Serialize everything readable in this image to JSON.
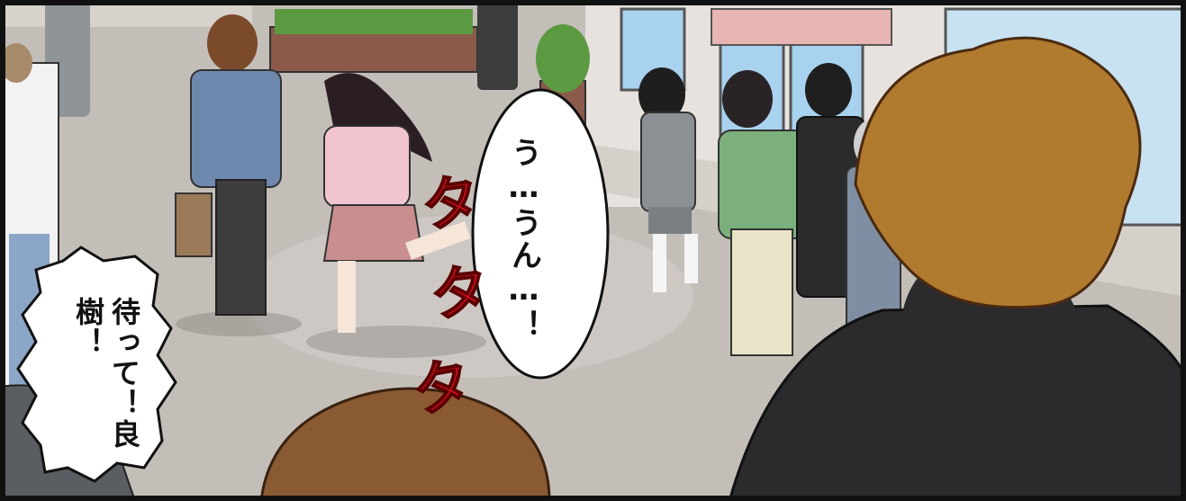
{
  "dialogue": {
    "right_bubble": "う…うん…！",
    "left_bubble": "待って！良樹！"
  },
  "sound_effect": {
    "glyphs": [
      "タ",
      "タ",
      "タ"
    ],
    "color": "#e01020"
  },
  "colors": {
    "pavement": "#bdb7b2",
    "storefront_wall": "#e7e2dd",
    "glass": "#a8d2ee",
    "brick": "#8b5a4a",
    "hedge": "#5c9a42",
    "awning": "#e7b5b2",
    "border": "#111111"
  }
}
